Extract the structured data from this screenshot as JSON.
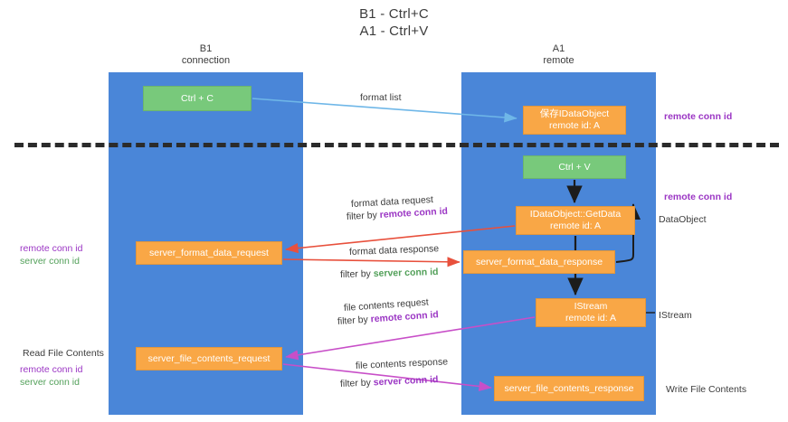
{
  "title_lines": [
    "B1 - Ctrl+C",
    "A1 - Ctrl+V"
  ],
  "columns": [
    {
      "name": "B1",
      "sub": "connection"
    },
    {
      "name": "A1",
      "sub": "remote"
    }
  ],
  "nodes": {
    "ctrl_c": {
      "label": "Ctrl + C",
      "color": "#78c97b"
    },
    "save_idataobject": {
      "line1": "保存IDataObject",
      "line2": "remote id: A",
      "color": "#f9a746"
    },
    "ctrl_v": {
      "label": "Ctrl + V",
      "color": "#78c97b"
    },
    "getdata": {
      "line1": "IDataObject::GetData",
      "line2": "remote id: A",
      "color": "#f9a746"
    },
    "server_format_data_request": {
      "label": "server_format_data_request",
      "color": "#f9a746"
    },
    "server_format_data_response": {
      "label": "server_format_data_response",
      "color": "#f9a746"
    },
    "istream": {
      "line1": "IStream",
      "line2": "remote id: A",
      "color": "#f9a746"
    },
    "server_file_contents_request": {
      "label": "server_file_contents_request",
      "color": "#f9a746"
    },
    "server_file_contents_response": {
      "label": "server_file_contents_response",
      "color": "#f9a746"
    }
  },
  "edge_labels": {
    "format_list": "format list",
    "format_data_request": "format data request",
    "format_data_request_filter_prefix": "filter by ",
    "format_data_request_filter_key": "remote conn id",
    "format_data_response": "format data response",
    "format_data_response_filter_prefix": "filter by ",
    "format_data_response_filter_key": "server conn id",
    "file_contents_request": "file contents request",
    "file_contents_request_filter_prefix": "filter by ",
    "file_contents_request_filter_key": "remote conn id",
    "file_contents_response": "file contents response",
    "file_contents_response_filter_prefix": "filter by ",
    "file_contents_response_filter_key": "server conn id"
  },
  "annotations": {
    "remote_conn_id_top": "remote conn id",
    "remote_conn_id_mid": "remote conn id",
    "dataobject": "DataObject",
    "istream": "IStream",
    "write_file_contents": "Write File Contents",
    "read_file_contents": "Read File Contents",
    "left_remote_conn_id_1": "remote conn id",
    "left_server_conn_id_1": "server conn id",
    "left_remote_conn_id_2": "remote conn id",
    "left_server_conn_id_2": "server conn id"
  },
  "colors": {
    "lane": "#4a86d8",
    "green_node": "#78c97b",
    "orange_node": "#f9a746",
    "purple": "#9b36c4",
    "green_text": "#53a05a",
    "dark": "#3c3c3c",
    "edge_blue": "#6fb7e8",
    "edge_red": "#e8503c",
    "edge_magenta": "#c84fc8",
    "edge_black": "#1c1c1c"
  }
}
